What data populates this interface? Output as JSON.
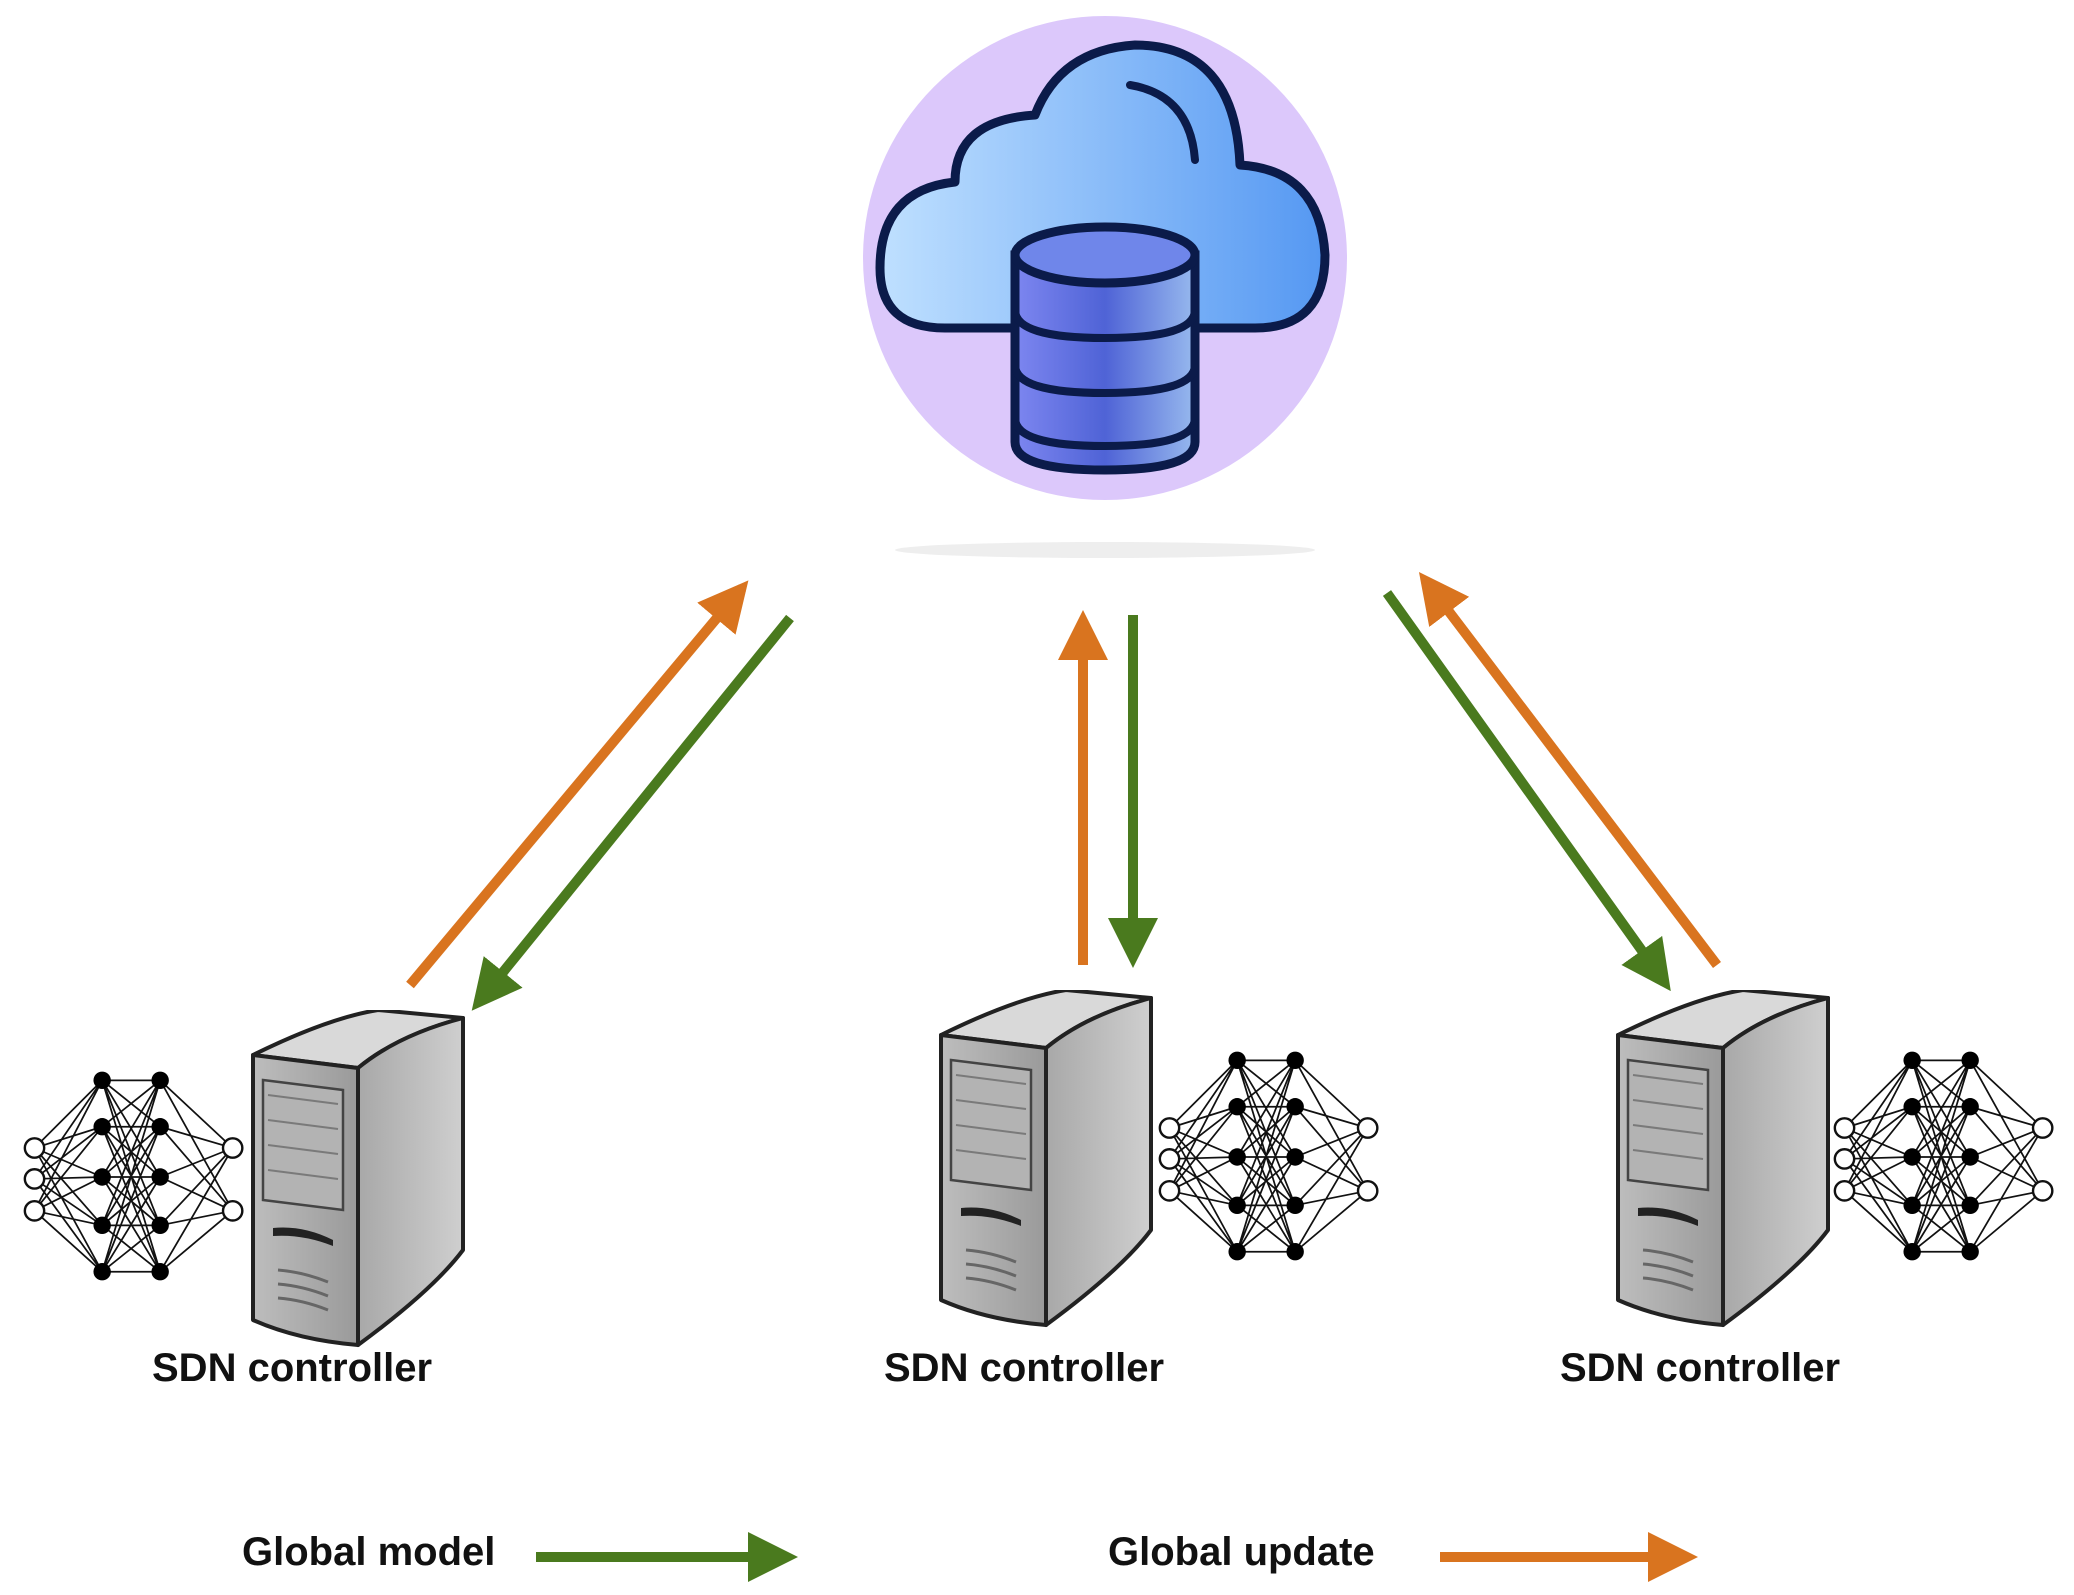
{
  "nodes": {
    "controllers": [
      {
        "label": "SDN controller"
      },
      {
        "label": "SDN controller"
      },
      {
        "label": "SDN controller"
      }
    ]
  },
  "legend": {
    "global_model": {
      "label": "Global model",
      "color": "#4a7a1e"
    },
    "global_update": {
      "label": "Global update",
      "color": "#d9741f"
    }
  },
  "colors": {
    "cloud_circle": "#dcc8fb",
    "cloud_light": "#bfe0ff",
    "cloud_dark": "#5598f2",
    "database": "#5f74e0",
    "server_gray": "#a9a9a9"
  }
}
